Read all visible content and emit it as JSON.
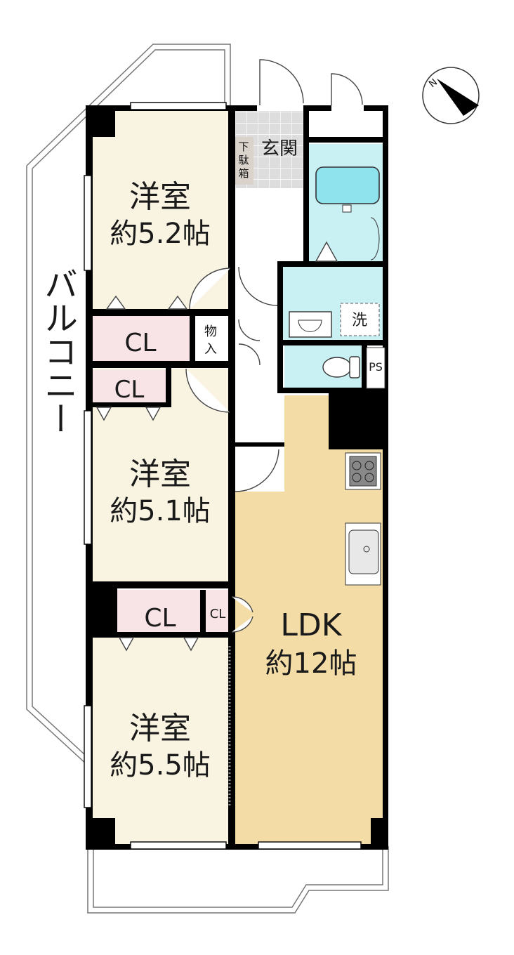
{
  "rooms": {
    "bedroom1": {
      "name": "洋室",
      "size": "約5.2帖"
    },
    "bedroom2": {
      "name": "洋室",
      "size": "約5.1帖"
    },
    "bedroom3": {
      "name": "洋室",
      "size": "約5.5帖"
    },
    "ldk": {
      "name": "LDK",
      "size": "約12帖"
    }
  },
  "labels": {
    "closet": "CL",
    "closet_small": "CL",
    "storage_line1": "物",
    "storage_line2": "入",
    "entrance": "玄関",
    "shoe_box_line1": "下",
    "shoe_box_line2": "駄",
    "shoe_box_line3": "箱",
    "washer": "洗",
    "pipe_space": "PS",
    "balcony": "バルコニー"
  },
  "compass": {
    "north_letter": "N"
  },
  "colors": {
    "bedroom_fill": "#f9f3e2",
    "ldk_fill": "#f3dca6",
    "closet_fill": "#f8e4e6",
    "wet_area_fill": "#c9f0f3",
    "bath_fill": "#8fe3ec",
    "entrance_tile": "#dddddd",
    "shoe_box_fill": "#d9d3cc",
    "wall": "#000000"
  }
}
